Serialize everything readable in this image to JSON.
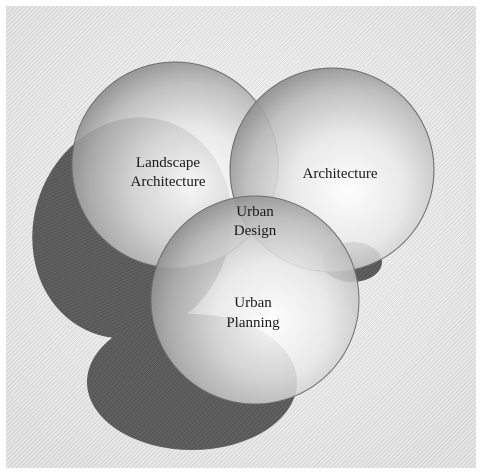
{
  "diagram": {
    "circles": [
      {
        "id": "landscape-architecture",
        "lines": [
          "Landscape",
          "Architecture"
        ]
      },
      {
        "id": "architecture",
        "lines": [
          "Architecture"
        ]
      },
      {
        "id": "urban-planning",
        "lines": [
          "Urban",
          "Planning"
        ]
      }
    ],
    "center": {
      "lines": [
        "Urban",
        "Design"
      ]
    }
  }
}
